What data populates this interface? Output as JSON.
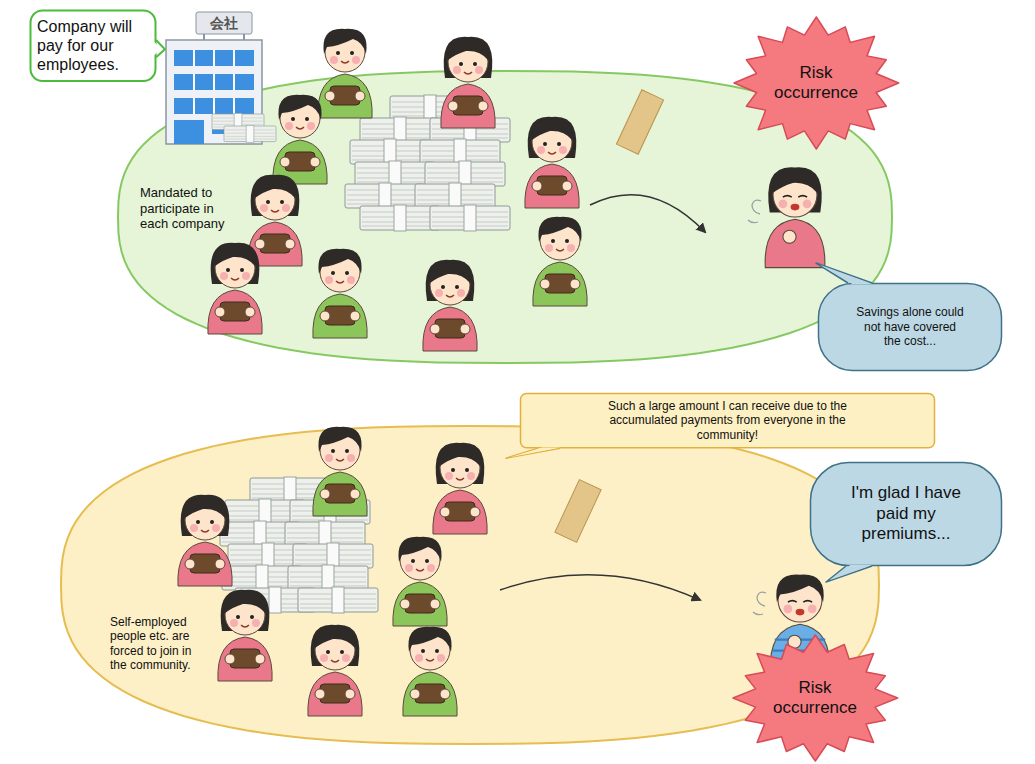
{
  "diagram": {
    "nodes": [
      {
        "text": [
          "Company will pay for our employees."
        ]
      },
      {
        "text": [
          "Mandated to participate in each company"
        ]
      },
      {
        "text": [
          "Risk occurrence"
        ]
      },
      {
        "text": [
          "Savings alone could not have covered the cost..."
        ]
      },
      {
        "text": [
          "Such a large amount I can receive due to the accumulated payments from everyone in the community!"
        ]
      },
      {
        "text": [
          "Self-employed people etc. are forced to join in the community."
        ]
      },
      {
        "text": [
          "I'm glad I have paid my premiums..."
        ]
      },
      {
        "text": [
          "Risk occurrence"
        ]
      }
    ],
    "labels": [
      "会社"
    ]
  }
}
